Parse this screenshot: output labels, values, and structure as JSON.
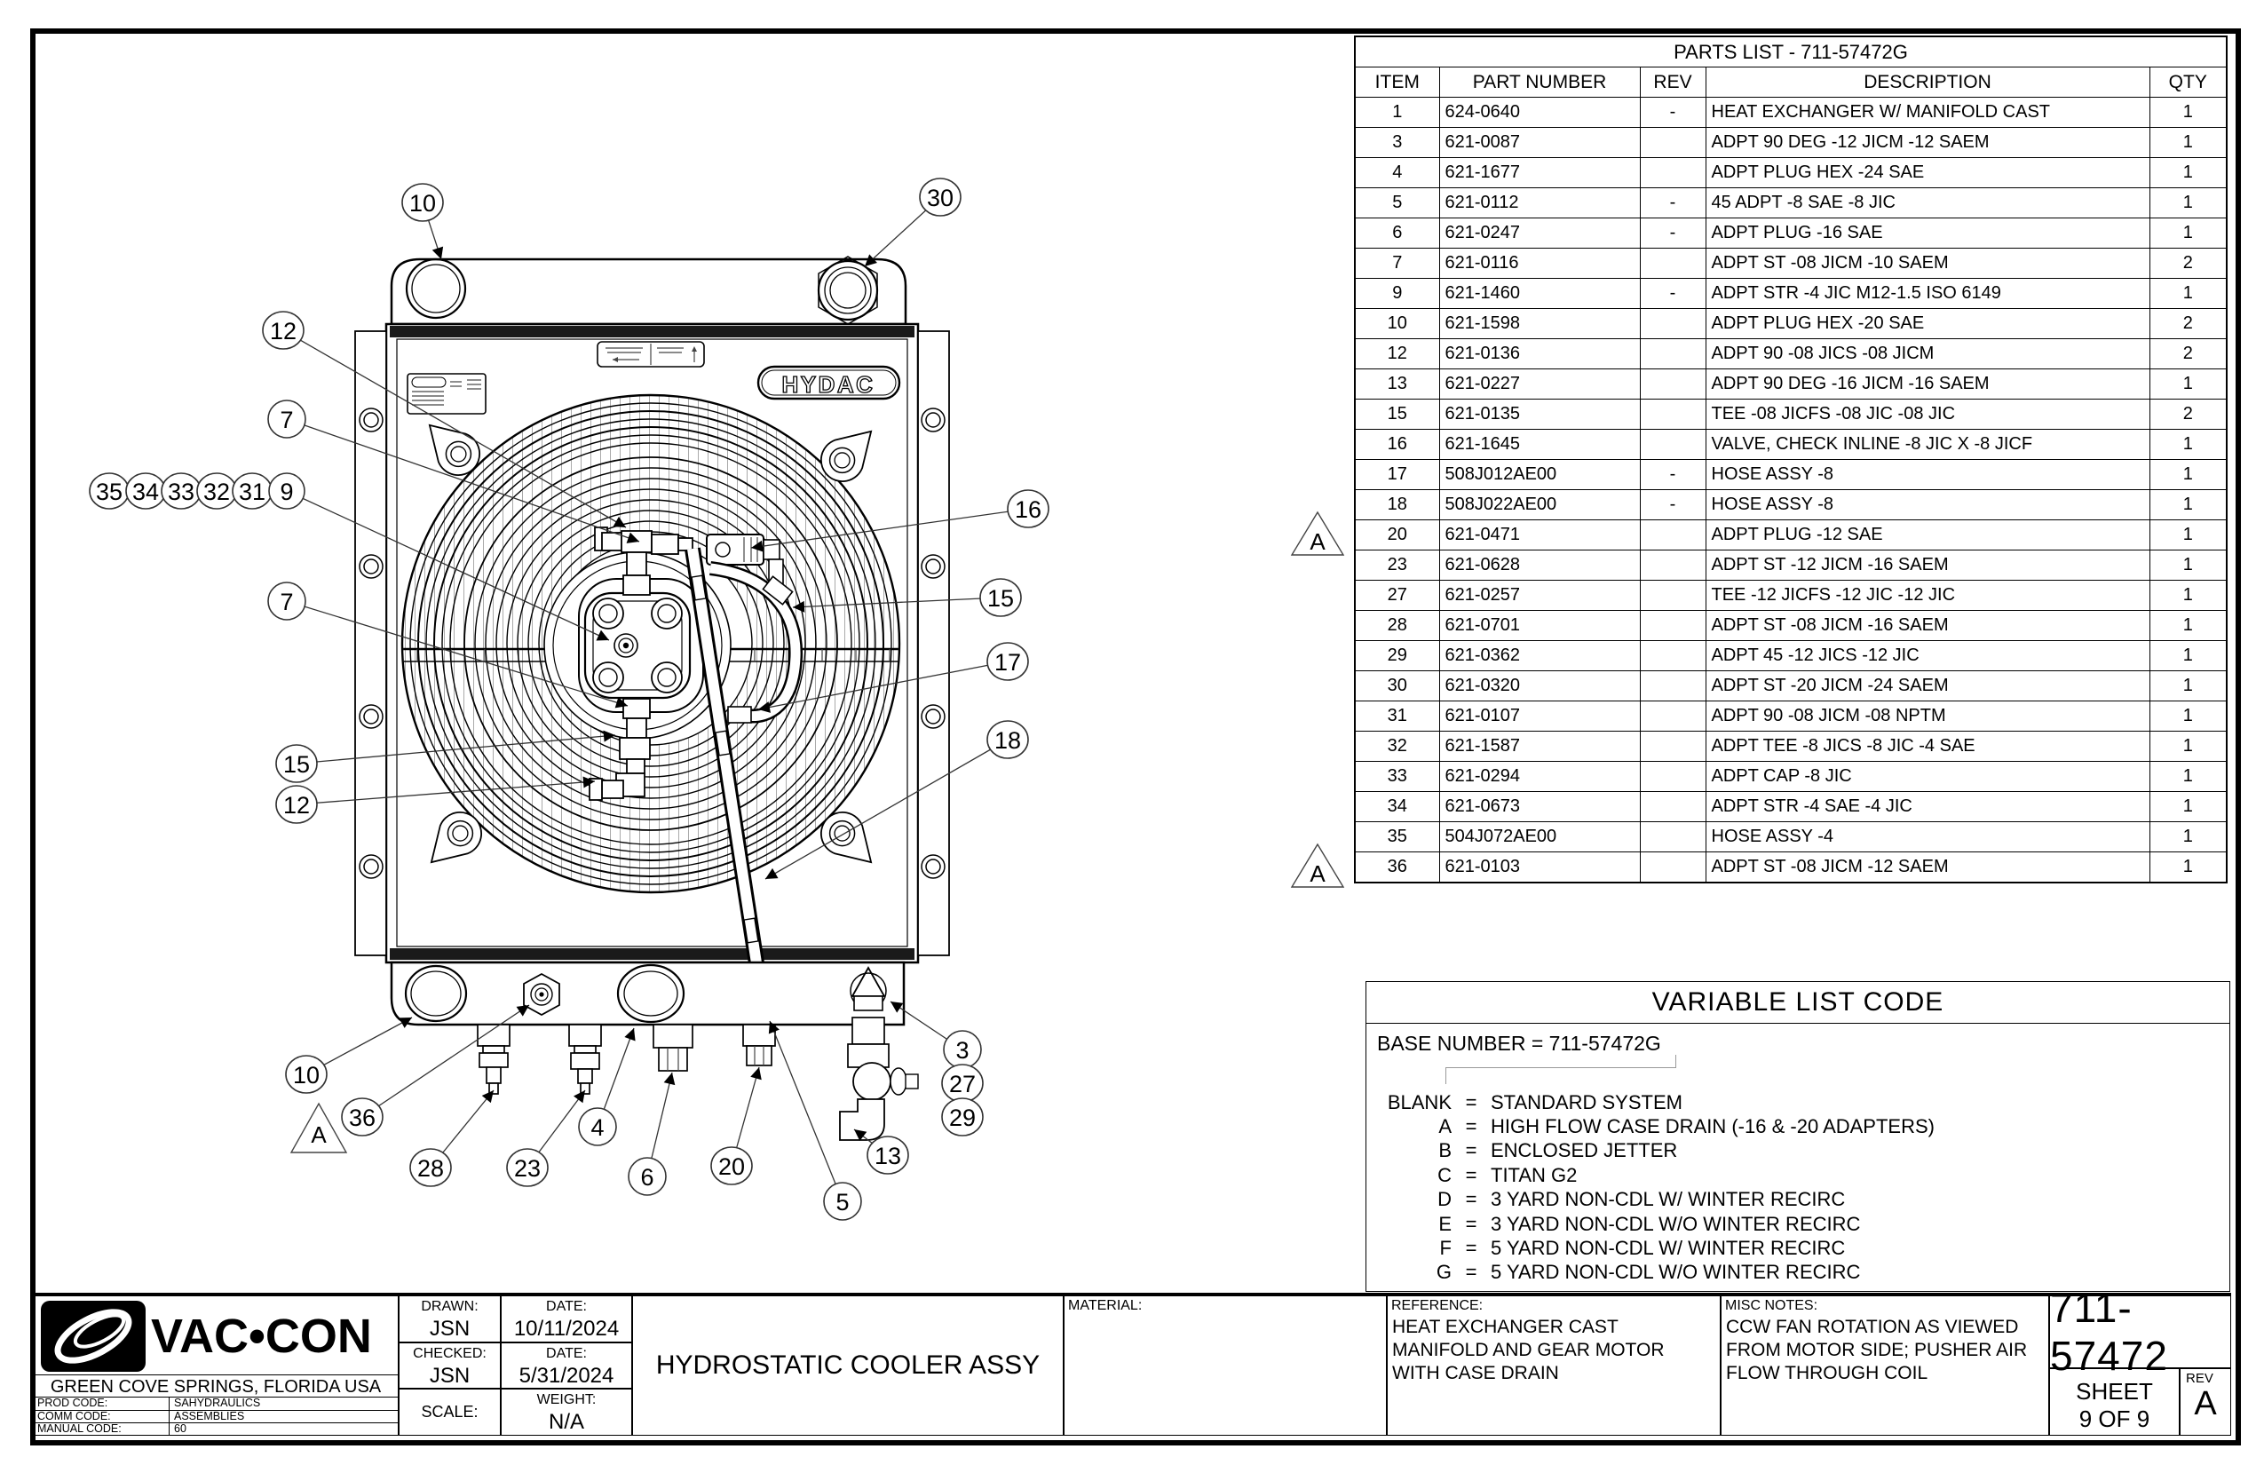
{
  "flag_label": "A",
  "parts_list": {
    "title": "PARTS LIST - 711-57472G",
    "headers": {
      "item": "ITEM",
      "part": "PART NUMBER",
      "rev": "REV",
      "desc": "DESCRIPTION",
      "qty": "QTY"
    },
    "rows": [
      {
        "item": "1",
        "part": "624-0640",
        "rev": "-",
        "desc": "HEAT EXCHANGER W/ MANIFOLD CAST",
        "qty": "1"
      },
      {
        "item": "3",
        "part": "621-0087",
        "rev": "",
        "desc": "ADPT 90 DEG -12 JICM -12 SAEM",
        "qty": "1"
      },
      {
        "item": "4",
        "part": "621-1677",
        "rev": "",
        "desc": "ADPT PLUG HEX -24 SAE",
        "qty": "1"
      },
      {
        "item": "5",
        "part": "621-0112",
        "rev": "-",
        "desc": "45 ADPT -8 SAE -8 JIC",
        "qty": "1"
      },
      {
        "item": "6",
        "part": "621-0247",
        "rev": "-",
        "desc": "ADPT PLUG -16 SAE",
        "qty": "1"
      },
      {
        "item": "7",
        "part": "621-0116",
        "rev": "",
        "desc": "ADPT ST -08 JICM -10 SAEM",
        "qty": "2"
      },
      {
        "item": "9",
        "part": "621-1460",
        "rev": "-",
        "desc": "ADPT STR -4 JIC M12-1.5 ISO 6149",
        "qty": "1"
      },
      {
        "item": "10",
        "part": "621-1598",
        "rev": "",
        "desc": "ADPT PLUG HEX -20 SAE",
        "qty": "2"
      },
      {
        "item": "12",
        "part": "621-0136",
        "rev": "",
        "desc": "ADPT 90 -08 JICS -08 JICM",
        "qty": "2"
      },
      {
        "item": "13",
        "part": "621-0227",
        "rev": "",
        "desc": "ADPT 90 DEG -16 JICM -16 SAEM",
        "qty": "1"
      },
      {
        "item": "15",
        "part": "621-0135",
        "rev": "",
        "desc": "TEE -08 JICFS -08 JIC -08 JIC",
        "qty": "2"
      },
      {
        "item": "16",
        "part": "621-1645",
        "rev": "",
        "desc": "VALVE, CHECK INLINE -8 JIC X -8 JICF",
        "qty": "1"
      },
      {
        "item": "17",
        "part": "508J012AE00",
        "rev": "-",
        "desc": "HOSE ASSY -8",
        "qty": "1"
      },
      {
        "item": "18",
        "part": "508J022AE00",
        "rev": "-",
        "desc": "HOSE ASSY -8",
        "qty": "1"
      },
      {
        "item": "20",
        "part": "621-0471",
        "rev": "",
        "desc": "ADPT PLUG -12 SAE",
        "qty": "1"
      },
      {
        "item": "23",
        "part": "621-0628",
        "rev": "",
        "desc": "ADPT ST -12 JICM -16 SAEM",
        "qty": "1"
      },
      {
        "item": "27",
        "part": "621-0257",
        "rev": "",
        "desc": "TEE -12 JICFS -12 JIC -12 JIC",
        "qty": "1"
      },
      {
        "item": "28",
        "part": "621-0701",
        "rev": "",
        "desc": "ADPT ST -08 JICM -16 SAEM",
        "qty": "1"
      },
      {
        "item": "29",
        "part": "621-0362",
        "rev": "",
        "desc": "ADPT 45 -12 JICS -12 JIC",
        "qty": "1"
      },
      {
        "item": "30",
        "part": "621-0320",
        "rev": "",
        "desc": "ADPT ST -20 JICM -24 SAEM",
        "qty": "1"
      },
      {
        "item": "31",
        "part": "621-0107",
        "rev": "",
        "desc": "ADPT 90 -08 JICM -08 NPTM",
        "qty": "1"
      },
      {
        "item": "32",
        "part": "621-1587",
        "rev": "",
        "desc": "ADPT TEE -8 JICS -8 JIC -4 SAE",
        "qty": "1"
      },
      {
        "item": "33",
        "part": "621-0294",
        "rev": "",
        "desc": "ADPT CAP -8 JIC",
        "qty": "1"
      },
      {
        "item": "34",
        "part": "621-0673",
        "rev": "",
        "desc": "ADPT STR -4 SAE -4 JIC",
        "qty": "1"
      },
      {
        "item": "35",
        "part": "504J072AE00",
        "rev": "",
        "desc": "HOSE ASSY -4",
        "qty": "1"
      },
      {
        "item": "36",
        "part": "621-0103",
        "rev": "",
        "desc": "ADPT ST -08 JICM -12 SAEM",
        "qty": "1"
      }
    ]
  },
  "variable_list": {
    "title": "VARIABLE LIST CODE",
    "base_number": "BASE NUMBER = 711-57472G",
    "equals": "=",
    "codes": [
      {
        "code": "BLANK",
        "desc": "STANDARD SYSTEM"
      },
      {
        "code": "A",
        "desc": "HIGH FLOW CASE DRAIN (-16 & -20 ADAPTERS)"
      },
      {
        "code": "B",
        "desc": "ENCLOSED JETTER"
      },
      {
        "code": "C",
        "desc": "TITAN G2"
      },
      {
        "code": "D",
        "desc": "3 YARD NON-CDL W/ WINTER RECIRC"
      },
      {
        "code": "E",
        "desc": "3 YARD NON-CDL W/O WINTER RECIRC"
      },
      {
        "code": "F",
        "desc": "5 YARD NON-CDL W/ WINTER RECIRC"
      },
      {
        "code": "G",
        "desc": "5 YARD NON-CDL W/O WINTER RECIRC"
      }
    ]
  },
  "title_block": {
    "brand": "VAC•CON",
    "location": "GREEN COVE SPRINGS, FLORIDA USA",
    "codes": [
      {
        "label": "PROD CODE:",
        "value": "SAHYDRAULICS"
      },
      {
        "label": "COMM CODE:",
        "value": "ASSEMBLIES"
      },
      {
        "label": "MANUAL CODE:",
        "value": "60"
      }
    ],
    "drawn_label": "DRAWN:",
    "drawn": "JSN",
    "drawn_date_label": "DATE:",
    "drawn_date": "10/11/2024",
    "checked_label": "CHECKED:",
    "checked": "JSN",
    "checked_date_label": "DATE:",
    "checked_date": "5/31/2024",
    "scale_label": "SCALE:",
    "weight_label": "WEIGHT:",
    "weight": "N/A",
    "drawing_title": "HYDROSTATIC COOLER ASSY",
    "material_label": "MATERIAL:",
    "reference_label": "REFERENCE:",
    "reference": "HEAT EXCHANGER CAST MANIFOLD AND GEAR MOTOR WITH CASE DRAIN",
    "misc_label": "MISC NOTES:",
    "misc": "CCW FAN ROTATION AS VIEWED FROM MOTOR SIDE; PUSHER AIR FLOW THROUGH COIL",
    "part_number": "711-57472",
    "sheet_label": "SHEET",
    "sheet_value": "9  OF 9",
    "rev_label": "REV",
    "rev_value": "A"
  },
  "drawing": {
    "brand_plate": "HYDAC",
    "callouts": [
      "10",
      "30",
      "12",
      "7",
      "35",
      "34",
      "33",
      "32",
      "31",
      "9",
      "7",
      "15",
      "12",
      "16",
      "15",
      "17",
      "18",
      "10",
      "36",
      "28",
      "23",
      "4",
      "6",
      "20",
      "5",
      "13",
      "3",
      "27",
      "29"
    ]
  }
}
